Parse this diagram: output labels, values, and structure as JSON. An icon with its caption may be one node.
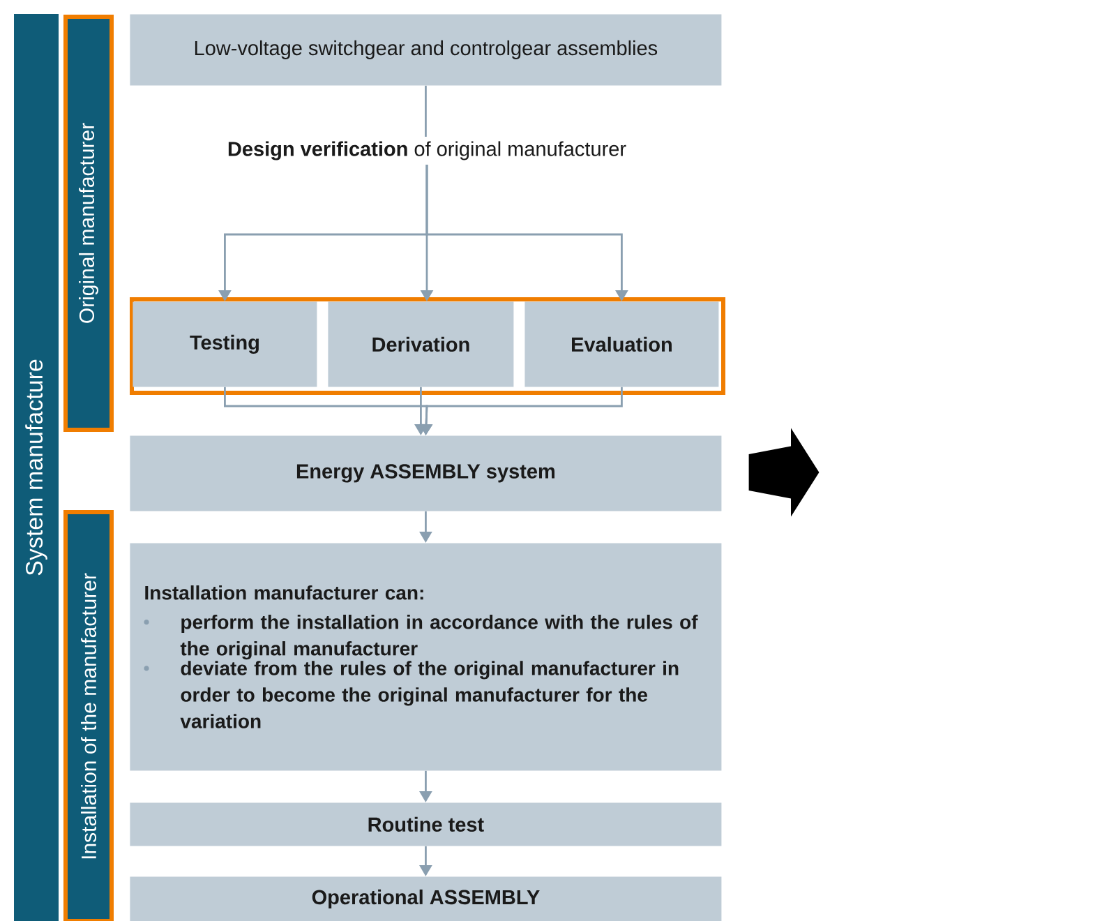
{
  "diagram": {
    "nodes": [
      {
        "text": [
          "System manufacture"
        ]
      },
      {
        "text": [
          "Original manufacturer"
        ]
      },
      {
        "text": [
          "Installation of the manufacturer"
        ]
      },
      {
        "text": [
          "Low-voltage switchgear and controlgear assemblies"
        ]
      },
      {
        "text": [
          "**Design verification** of original manufacturer"
        ]
      },
      {
        "text": [],
        "shape": "box"
      },
      {
        "text": [
          "Testing"
        ],
        "in": 5
      },
      {
        "text": [
          "Derivation"
        ],
        "in": 5
      },
      {
        "text": [
          "Evaluation"
        ],
        "in": 5
      },
      {
        "text": [
          "Energy ASSEMBLY system"
        ]
      },
      {
        "text": [
          "Installation manufacturer can:",
          "perform the installation in accordance with the rules of the original manufacturer",
          "deviate from the rules of the original manufacturer in order to become the original manufacturer for the variation"
        ]
      },
      {
        "text": [
          "Routine test"
        ]
      },
      {
        "text": [
          "Operational ASSEMBLY"
        ]
      },
      {
        "text": [],
        "shape": "arrow"
      }
    ],
    "edges": [
      {
        "from": 3,
        "to": 4,
        "arrow": "none"
      },
      {
        "from": 4,
        "to": 6,
        "arrow": "to"
      },
      {
        "from": 4,
        "to": 7,
        "arrow": "to"
      },
      {
        "from": 4,
        "to": 8,
        "arrow": "to"
      },
      {
        "from": 6,
        "to": 9,
        "arrow": "to"
      },
      {
        "from": 7,
        "to": 9,
        "arrow": "to"
      },
      {
        "from": 8,
        "to": 9,
        "arrow": "to"
      },
      {
        "from": 9,
        "to": 10,
        "arrow": "to"
      },
      {
        "from": 10,
        "to": 11,
        "arrow": "to"
      },
      {
        "from": 11,
        "to": 12,
        "arrow": "to"
      }
    ]
  }
}
